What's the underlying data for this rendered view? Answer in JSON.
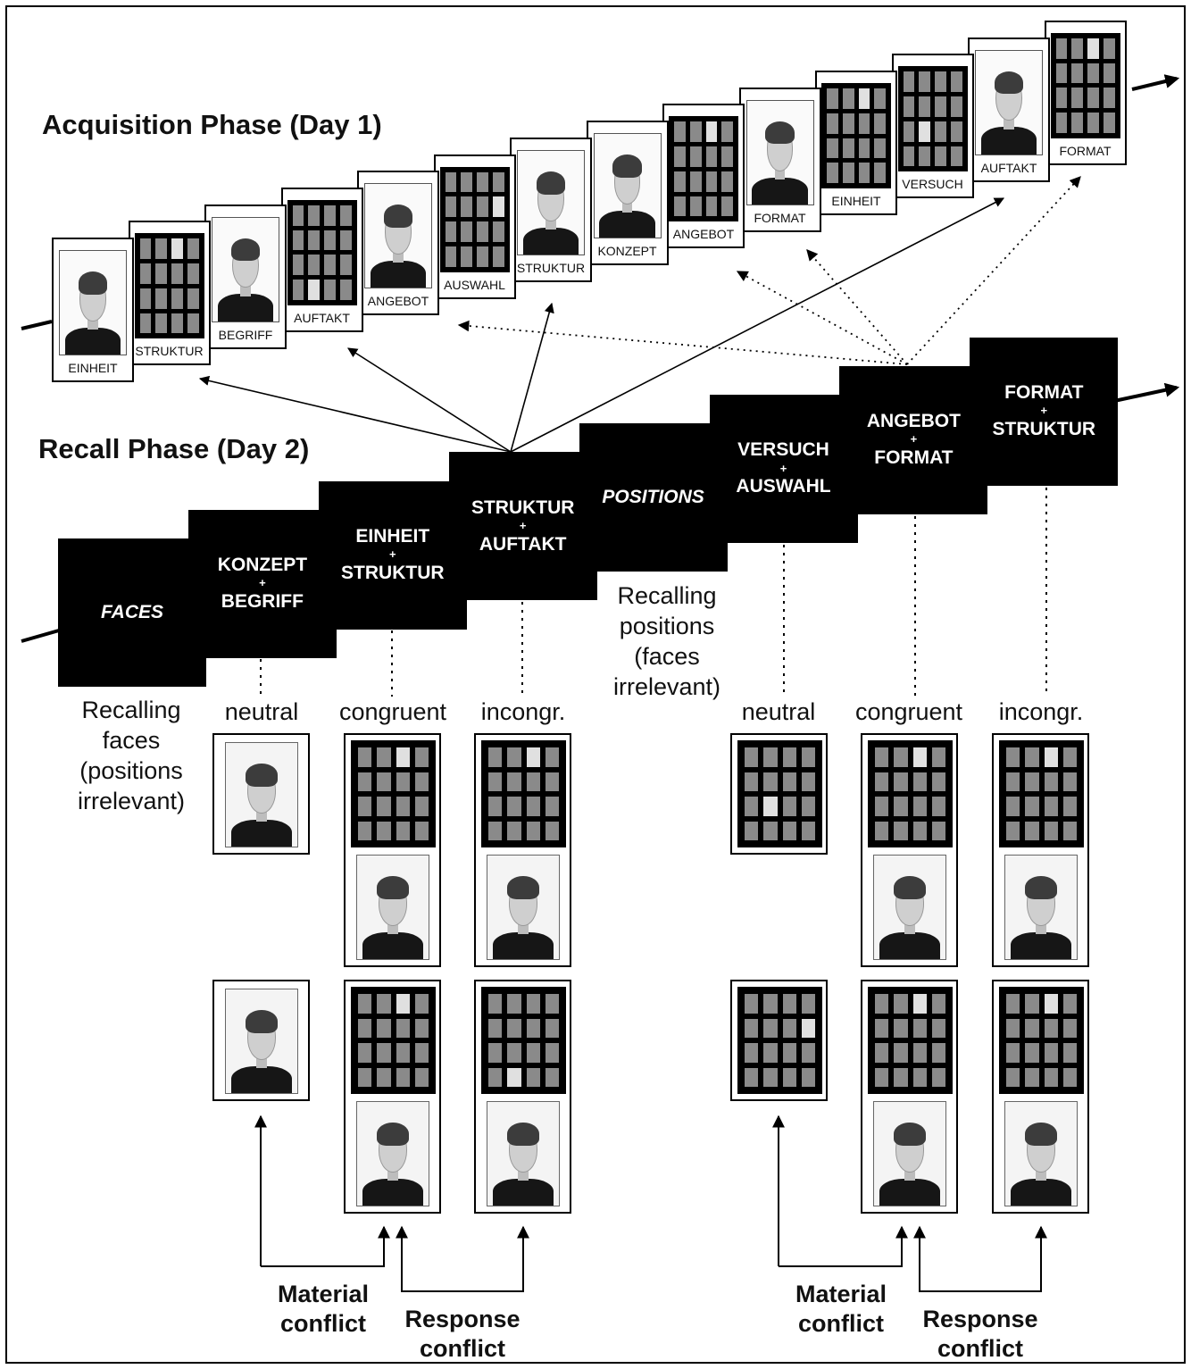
{
  "titles": {
    "acquisition": "Acquisition Phase (Day 1)",
    "recall": "Recall Phase (Day 2)"
  },
  "acquisition_sequence": [
    {
      "type": "face",
      "word": "EINHEIT"
    },
    {
      "type": "grid",
      "word": "STRUKTUR",
      "highlight": 2
    },
    {
      "type": "face",
      "word": "BEGRIFF"
    },
    {
      "type": "grid",
      "word": "AUFTAKT",
      "highlight": 13
    },
    {
      "type": "face",
      "word": "ANGEBOT"
    },
    {
      "type": "grid",
      "word": "AUSWAHL",
      "highlight": 7
    },
    {
      "type": "face",
      "word": "STRUKTUR"
    },
    {
      "type": "face",
      "word": "KONZEPT"
    },
    {
      "type": "grid",
      "word": "ANGEBOT",
      "highlight": 2
    },
    {
      "type": "face",
      "word": "FORMAT"
    },
    {
      "type": "grid",
      "word": "EINHEIT",
      "highlight": 2
    },
    {
      "type": "grid",
      "word": "VERSUCH",
      "highlight": 9
    },
    {
      "type": "face",
      "word": "AUFTAKT"
    },
    {
      "type": "grid",
      "word": "FORMAT",
      "highlight": 2
    }
  ],
  "recall_sequence": [
    {
      "line1": "FACES",
      "italic": true
    },
    {
      "line1": "KONZEPT",
      "plus": "+",
      "line2": "BEGRIFF"
    },
    {
      "line1": "EINHEIT",
      "plus": "+",
      "line2": "STRUKTUR"
    },
    {
      "line1": "STRUKTUR",
      "plus": "+",
      "line2": "AUFTAKT"
    },
    {
      "line1": "POSITIONS",
      "italic": true
    },
    {
      "line1": "VERSUCH",
      "plus": "+",
      "line2": "AUSWAHL"
    },
    {
      "line1": "ANGEBOT",
      "plus": "+",
      "line2": "FORMAT"
    },
    {
      "line1": "FORMAT",
      "plus": "+",
      "line2": "STRUKTUR"
    }
  ],
  "captions": {
    "faces": [
      "Recalling",
      "faces",
      "(positions",
      "irrelevant)"
    ],
    "positions": [
      "Recalling",
      "positions",
      "(faces",
      "irrelevant)"
    ]
  },
  "condition_labels": {
    "neutral": "neutral",
    "congruent": "congruent",
    "incongruent": "incongr."
  },
  "test_stimuli": {
    "faces_task": {
      "neutral": [
        {
          "type": "face"
        },
        {
          "type": "face"
        }
      ],
      "congruent": [
        {
          "type": "grid+face",
          "highlight": 2
        },
        {
          "type": "grid+face",
          "highlight": 2
        }
      ],
      "incongruent": [
        {
          "type": "grid+face",
          "highlight": 2
        },
        {
          "type": "grid+face",
          "highlight": 13
        }
      ]
    },
    "positions_task": {
      "neutral": [
        {
          "type": "grid",
          "highlight": 9
        },
        {
          "type": "grid",
          "highlight": 7
        }
      ],
      "congruent": [
        {
          "type": "grid+face",
          "highlight": 2
        },
        {
          "type": "grid+face",
          "highlight": 2
        }
      ],
      "incongruent": [
        {
          "type": "grid+face",
          "highlight": 2
        },
        {
          "type": "grid+face",
          "highlight": 2
        }
      ]
    }
  },
  "conflict_labels": {
    "material": [
      "Material",
      "conflict"
    ],
    "response": [
      "Response",
      "conflict"
    ]
  },
  "colors": {
    "ink": "#000000",
    "cell": "#8a8a8a",
    "cell_highlight": "#e0e0e0",
    "paper": "#ffffff"
  }
}
